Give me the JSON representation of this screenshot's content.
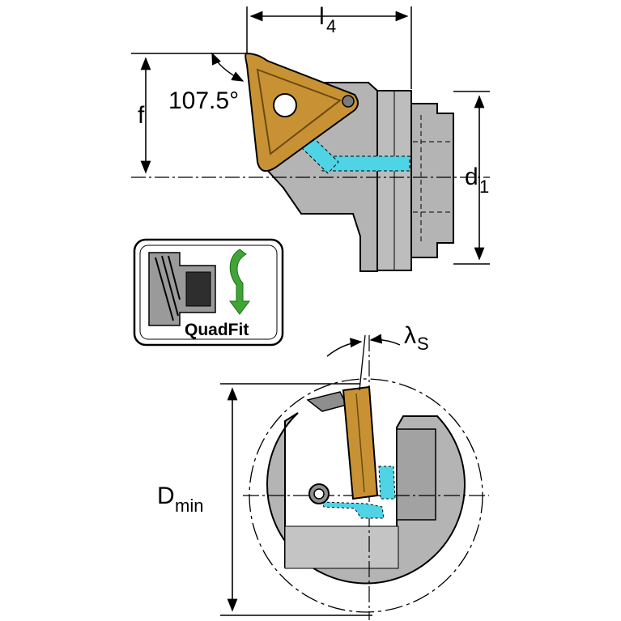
{
  "labels": {
    "l4": "l",
    "l4_sub": "4",
    "f": "f",
    "angle": "107.5°",
    "d1": "d",
    "d1_sub": "1",
    "lambda": "λ",
    "lambda_sub": "S",
    "dmin": "D",
    "dmin_sub": "min",
    "badge": "QuadFit"
  },
  "colors": {
    "insert": "#c89234",
    "insert_edge": "#6b4a10",
    "body": "#b4b4b4",
    "body_dark": "#8e8e8e",
    "coolant": "#4fd4e6",
    "badge_arrow": "#3fa535",
    "line": "#000000"
  }
}
